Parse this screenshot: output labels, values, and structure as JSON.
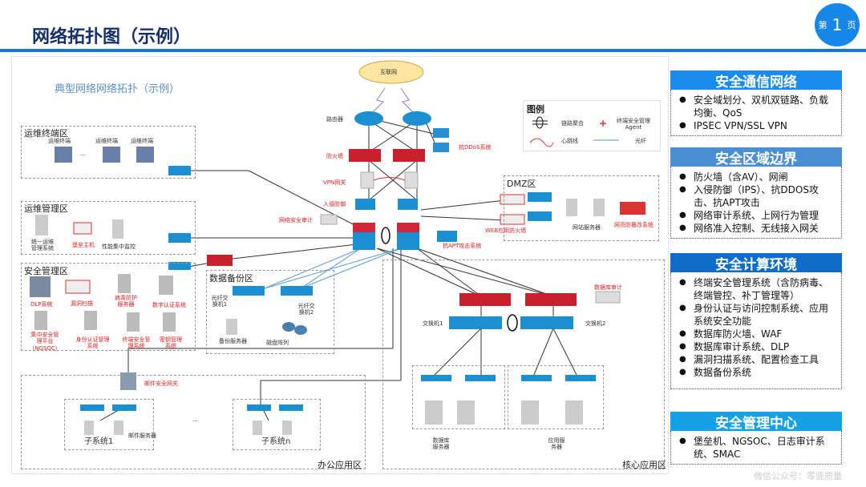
{
  "header": {
    "title": "网络拓扑图（示例）",
    "page_badge": {
      "prefix": "第",
      "number": "1",
      "suffix": "页"
    }
  },
  "diagram": {
    "subtitle": "典型网络网络拓扑（示例）",
    "internet": "互联网",
    "router_label": "路由器",
    "firewall_label": "防火墙",
    "vpn_label": "VPN网关",
    "ips_label": "入侵防御",
    "anti_ddos_label": "抗DDoS系统",
    "net_audit_label": "网络安全审计",
    "anti_apt_label": "抗APT攻击系统",
    "legend": {
      "title": "图例",
      "items": [
        {
          "icon": "link-aggregation-icon",
          "label": "链路聚合"
        },
        {
          "icon": "agent-cross-icon",
          "label": "终端安全管理Agent"
        },
        {
          "icon": "heartbeat-line-icon",
          "label": "心跳线"
        },
        {
          "icon": "fiber-line-icon",
          "label": "光纤"
        }
      ]
    },
    "zones": {
      "ops_terminal": {
        "name": "运维终端区",
        "terminals": [
          "运维终端",
          "运维终端",
          "运维终端"
        ],
        "ellipsis": "···"
      },
      "ops_mgmt": {
        "name": "运维管理区",
        "items": [
          "统一运维管理系统",
          "堡垒主机",
          "性能集中监控"
        ]
      },
      "sec_mgmt": {
        "name": "安全管理区",
        "items": [
          "DLP系统",
          "漏洞扫描",
          "病毒防护服务器",
          "数字认证系统",
          "集中安全管理平台（NGSOC）",
          "身份认证管理系统",
          "终端安全管理系统",
          "密钥管理系统"
        ]
      },
      "backup": {
        "name": "数据备份区",
        "items": [
          "光纤交换机1",
          "光纤交换机2",
          "备份服务器",
          "磁盘阵列"
        ]
      },
      "dmz": {
        "name": "DMZ区",
        "items": [
          "WEB应用防火墙",
          "网站服务器",
          "网页防篡改系统"
        ]
      },
      "core": {
        "name": "核心应用区",
        "items": [
          "交换机1",
          "交换机2",
          "数据库审计",
          "数据库服务器",
          "应用服务器"
        ]
      },
      "office": {
        "name": "办公应用区",
        "items": [
          "邮件安全网关",
          "邮件服务器",
          "子系统1",
          "子系统n"
        ],
        "ellipsis": "···"
      }
    }
  },
  "sections": [
    {
      "title": "安全通信网络",
      "color": "#1a8cf0",
      "items": [
        "安全域划分、双机双链路、负载均衡、QoS",
        "IPSEC VPN/SSL VPN"
      ]
    },
    {
      "title": "安全区域边界",
      "color": "#4a8fd4",
      "items": [
        "防火墙（含AV）、网闸",
        "入侵防御（IPS）、抗DDOS攻击、抗APT攻击",
        "网络审计系统、上网行为管理",
        "网络准入控制、无线接入网关"
      ]
    },
    {
      "title": "安全计算环境",
      "color": "#0f6cc8",
      "items": [
        "终端安全管理系统（含防病毒、终端管控、补丁管理等）",
        "身份认证与访问控制系统、应用系统安全功能",
        "数据库防火墙、WAF",
        "数据库审计系统、DLP",
        "漏洞扫描系统、配置检查工具",
        "数据备份系统"
      ]
    },
    {
      "title": "安全管理中心",
      "color": "#16a0e6",
      "items": [
        "堡垒机、NGSOC、日志审计系统、SMAC"
      ]
    }
  ],
  "watermark": "微信公众号：零竖质量"
}
